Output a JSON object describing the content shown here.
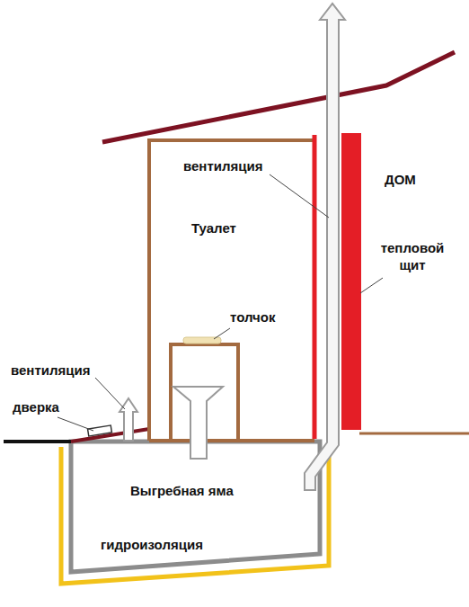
{
  "diagram": {
    "nodes": [
      {
        "text": [
          "Туалет"
        ]
      },
      {
        "text": [
          "Выгребная яма"
        ]
      }
    ],
    "labels": [
      "вентиляция",
      "ДОМ",
      "тепловой щит",
      "толчок",
      "вентиляция",
      "дверка",
      "гидроизоляция"
    ]
  }
}
